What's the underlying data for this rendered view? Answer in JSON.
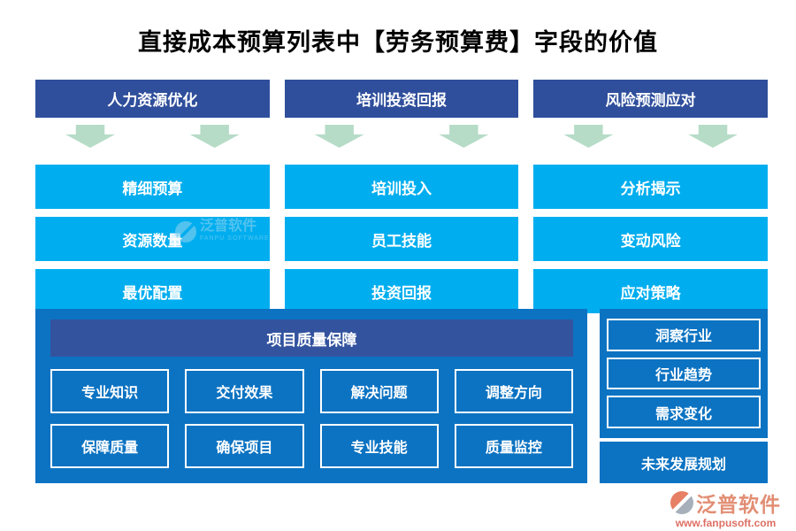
{
  "page": {
    "title": "直接成本预算列表中【劳务预算费】字段的价值"
  },
  "colors": {
    "navy": "#2f4f9c",
    "navy2": "#33539f",
    "cyan": "#00aeef",
    "panel": "#0c73c2",
    "arrow": "#b6dcc8",
    "wm-blue": "#7ecdf0",
    "logo-orange": "#e2694a",
    "logo-gray": "#98a2af",
    "logo-text": "#dd7b5c",
    "logo-url": "#d9574a"
  },
  "columns": [
    {
      "header": "人力资源优化",
      "items": [
        "精细预算",
        "资源数量",
        "最优配置"
      ]
    },
    {
      "header": "培训投资回报",
      "items": [
        "培训投入",
        "员工技能",
        "投资回报"
      ]
    },
    {
      "header": "风险预测应对",
      "items": [
        "分析揭示",
        "变动风险",
        "应对策略"
      ]
    }
  ],
  "quality_panel": {
    "header": "项目质量保障",
    "rows": [
      [
        "专业知识",
        "交付效果",
        "解决问题",
        "调整方向"
      ],
      [
        "保障质量",
        "确保项目",
        "专业技能",
        "质量监控"
      ]
    ]
  },
  "industry_panel": {
    "items": [
      "洞察行业",
      "行业趋势",
      "需求变化"
    ],
    "footer": "未来发展规划"
  },
  "watermarks": {
    "center": {
      "brand": "泛普软件",
      "sub": "FANPU SOFTWARE"
    },
    "corner": {
      "brand": "泛普软件",
      "url": "www.fanpusoft.com"
    }
  }
}
